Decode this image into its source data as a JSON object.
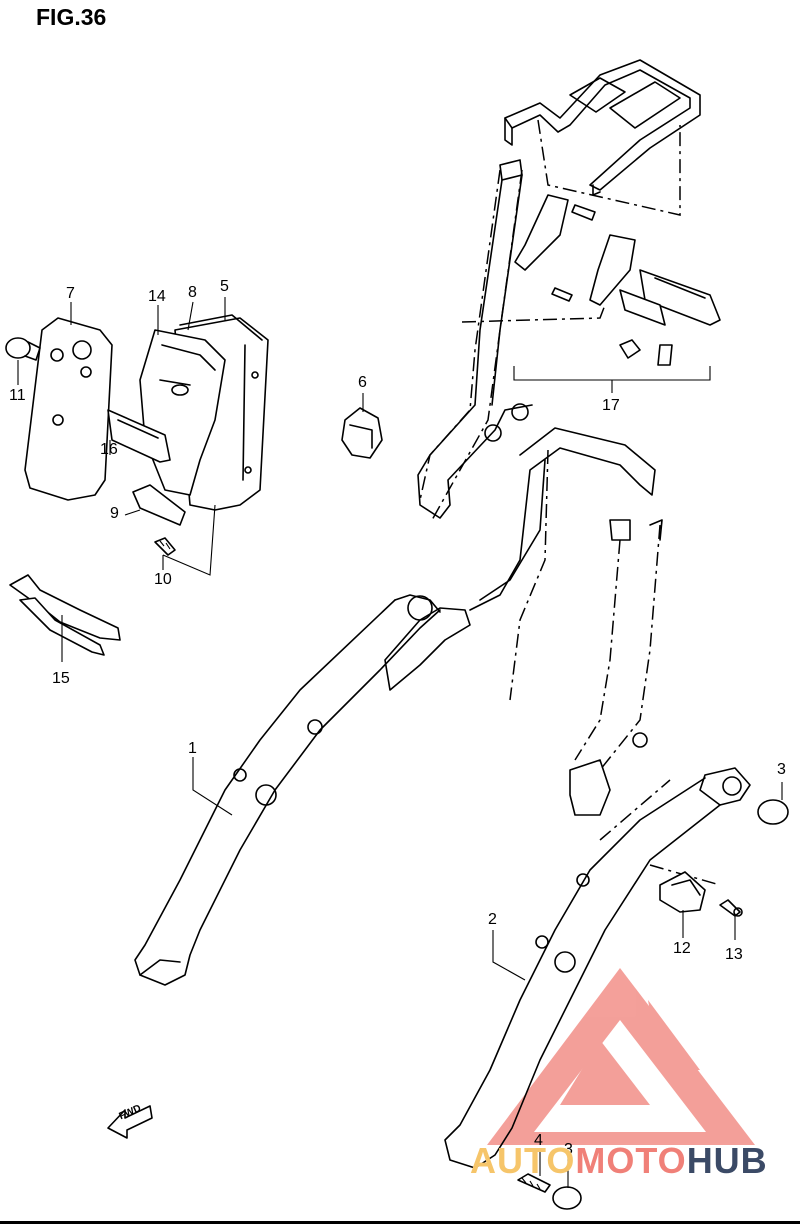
{
  "figure": {
    "title": "FIG.36"
  },
  "callouts": [
    {
      "id": "c1",
      "label": "1"
    },
    {
      "id": "c2",
      "label": "2"
    },
    {
      "id": "c3a",
      "label": "3"
    },
    {
      "id": "c3b",
      "label": "3"
    },
    {
      "id": "c4",
      "label": "4"
    },
    {
      "id": "c5",
      "label": "5"
    },
    {
      "id": "c6",
      "label": "6"
    },
    {
      "id": "c7",
      "label": "7"
    },
    {
      "id": "c8",
      "label": "8"
    },
    {
      "id": "c9",
      "label": "9"
    },
    {
      "id": "c10",
      "label": "10"
    },
    {
      "id": "c11",
      "label": "11"
    },
    {
      "id": "c12",
      "label": "12"
    },
    {
      "id": "c13",
      "label": "13"
    },
    {
      "id": "c14",
      "label": "14"
    },
    {
      "id": "c15",
      "label": "15"
    },
    {
      "id": "c16",
      "label": "16"
    },
    {
      "id": "c17",
      "label": "17"
    }
  ],
  "direction_arrow": {
    "label": "FWD",
    "icon": "forward-arrow-icon"
  },
  "watermark": {
    "part_a": "AUTO",
    "part_b": "MOTO",
    "part_c": "HUB",
    "colors": {
      "logo": "#f08078",
      "auto": "#f6c56a",
      "moto": "#f08078",
      "hub": "#3b4a66"
    }
  }
}
